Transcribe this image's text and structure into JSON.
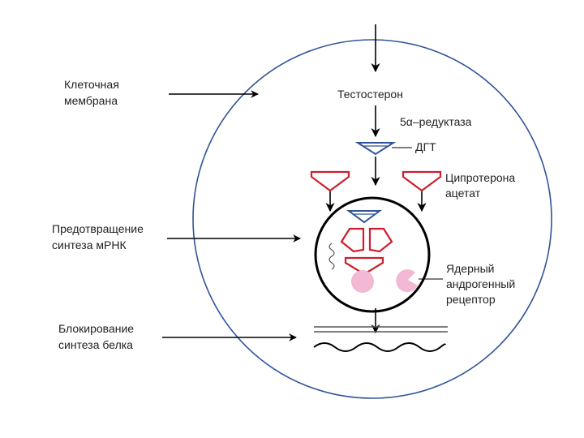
{
  "labels": {
    "cell_membrane_line1": "Клеточная",
    "cell_membrane_line2": "мембрана",
    "testosterone": "Тестостерон",
    "reductase": "5α–редуктаза",
    "dht": "ДГТ",
    "cyproterone_line1": "Ципротерона",
    "cyproterone_line2": "ацетат",
    "mrna_line1": "Предотвращение",
    "mrna_line2": "синтеза мРНК",
    "receptor_line1": "Ядерный",
    "receptor_line2": "андрогенный",
    "receptor_line3": "рецептор",
    "protein_line1": "Блокирование",
    "protein_line2": "синтеза белка"
  },
  "colors": {
    "membrane": "#2f5597",
    "blocker": "#cc1f2b",
    "dht": "#2f5597",
    "receptor": "#f2b8d4",
    "line": "#000000",
    "text": "#222222"
  }
}
